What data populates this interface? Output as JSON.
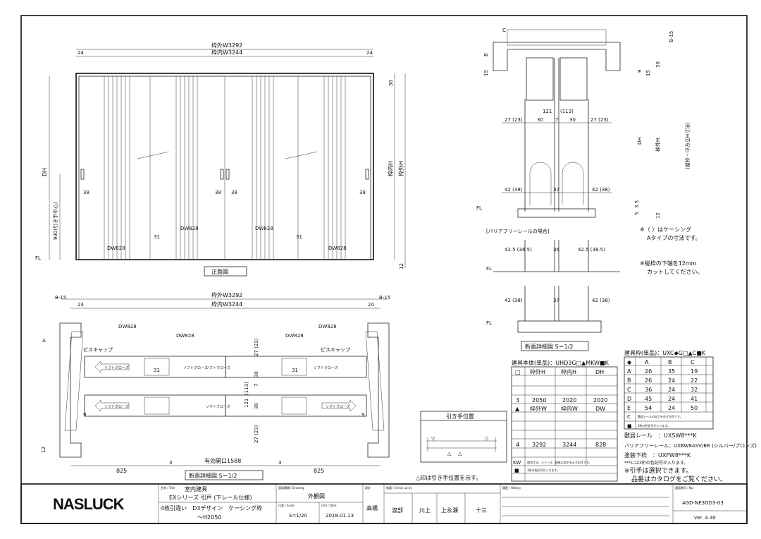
{
  "elevation": {
    "w_out": "枠外W3292",
    "w_in": "枠内W3244",
    "side": "24",
    "dh": "DH",
    "h_out": "枠外H",
    "h_in": "枠内H",
    "handle_h": "930(引き手中心)",
    "fl": "FL",
    "dim38": "38",
    "dim31": "31",
    "dw": "DW828",
    "dim30": "30",
    "dim12": "12",
    "caption": "正面図"
  },
  "plan": {
    "b15": "B-15",
    "w_out": "枠外W3292",
    "w_in": "枠内W3244",
    "side": "24",
    "dw": "DW828",
    "screw_cap": "ビスキャップ",
    "soft_close": "ソフトクローズ",
    "dim31": "31",
    "a": "A",
    "dim9": "9",
    "dim12": "12",
    "opening": "有効開口1588",
    "d825": "825",
    "d3": "3",
    "v27": "27 (23)",
    "v30": "30",
    "v7": "7",
    "v113": "(113)",
    "v121": "121",
    "caption": "断面詳細図 S＝1/2"
  },
  "section": {
    "c": "C",
    "b": "B",
    "b15": "B-15",
    "d15": "15",
    "d9": "9",
    "d30": "30",
    "d121": "121",
    "d113": "(113)",
    "row1": [
      "27 (23)",
      "30",
      "7",
      "30",
      "27 (23)"
    ],
    "dh": "DH",
    "h_out": "枠外H",
    "h_mid": "(縦枠・中方立H寸法)",
    "row2": [
      "42 (38)",
      "37",
      "42 (38)"
    ],
    "fl": "FL",
    "d35": "3.5",
    "d5": "5",
    "d12": "12",
    "barrier": "[バリアフリーレールの場合]",
    "row3": [
      "42.5 (38.5)",
      "36",
      "42.5 (38.5)"
    ],
    "row4": [
      "42 (38)",
      "37",
      "42 (38)"
    ],
    "caption": "断面詳細図 S＝1/2",
    "note1": "※（ ）はケーシング",
    "note2": "Aタイプの寸法です。",
    "note3": "※縦枠の下端を12mm",
    "note4": "カットしてください。"
  },
  "handle_pos": {
    "title": "引き手位置",
    "note": "△印は引き手位置を示す。"
  },
  "body_table": {
    "title": "建具本体(単品)：UHD3G□▲MKW■K",
    "header1": [
      "□",
      "枠外H",
      "枠内H",
      "DH"
    ],
    "row_h": [
      "3",
      "2050",
      "2020",
      "2020"
    ],
    "header2": [
      "▲",
      "枠外W",
      "枠内W",
      "DW"
    ],
    "row_w": [
      "4",
      "3292",
      "3244",
      "828"
    ],
    "kw": "KW",
    "kw_note": "適用寸法、シリーズ、建具の加工を示す記号です。",
    "sq": "■",
    "sq_note": "3桁の色記号が入ります。"
  },
  "frame_table": {
    "title": "建具枠(単品)：UXC◆G□▲C■K",
    "header": [
      "◆",
      "A",
      "B",
      "C"
    ],
    "rows": [
      [
        "A",
        "26",
        "35",
        "19"
      ],
      [
        "B",
        "26",
        "24",
        "22"
      ],
      [
        "C",
        "36",
        "24",
        "32"
      ],
      [
        "D",
        "45",
        "24",
        "41"
      ],
      [
        "E",
        "54",
        "24",
        "50"
      ]
    ],
    "c": "C",
    "c_note": "敷居レールの加工を示す記号です。",
    "sq": "■",
    "sq_note": "3桁の色記号が入ります。"
  },
  "parts": {
    "sill": "敷居レール　：UXSW8***K",
    "barrier": "バリアフリーレール：UXBW8ASV/BR (シルバー/ブロンズ)",
    "paint": "塗装下枠　：UXFW8***K",
    "color_note": "***には3桁の色記号が入ります。",
    "handle1": "※引手は選択できます。",
    "handle2": "品番はカタログをご覧ください。"
  },
  "title_block": {
    "logo": "NASLUCK",
    "title_label": "名称 / Title",
    "title1": "室内建具",
    "title2": "EXシリーズ 引戸 (下レール仕様)",
    "title3": "4枚引違い　D3デザイン　ケーシング枠",
    "title4": "～H2050",
    "drawing_label": "図面種類 / Drawing",
    "drawing": "外観図",
    "scale_label": "尺度 / Scale",
    "scale": "S=1/20",
    "date_label": "日付 / Date",
    "date": "2018.01.13",
    "design_label": "設計",
    "designer": "高橋",
    "check_label": "検図 / Check up by",
    "checkers": [
      "渡部",
      "川上",
      "上永瀬",
      "十三"
    ],
    "history_label": "履歴 / History",
    "no_label": "図面番号 / No.",
    "no": "AGD-NE3GD3-03",
    "version": "ver. 4.30"
  }
}
